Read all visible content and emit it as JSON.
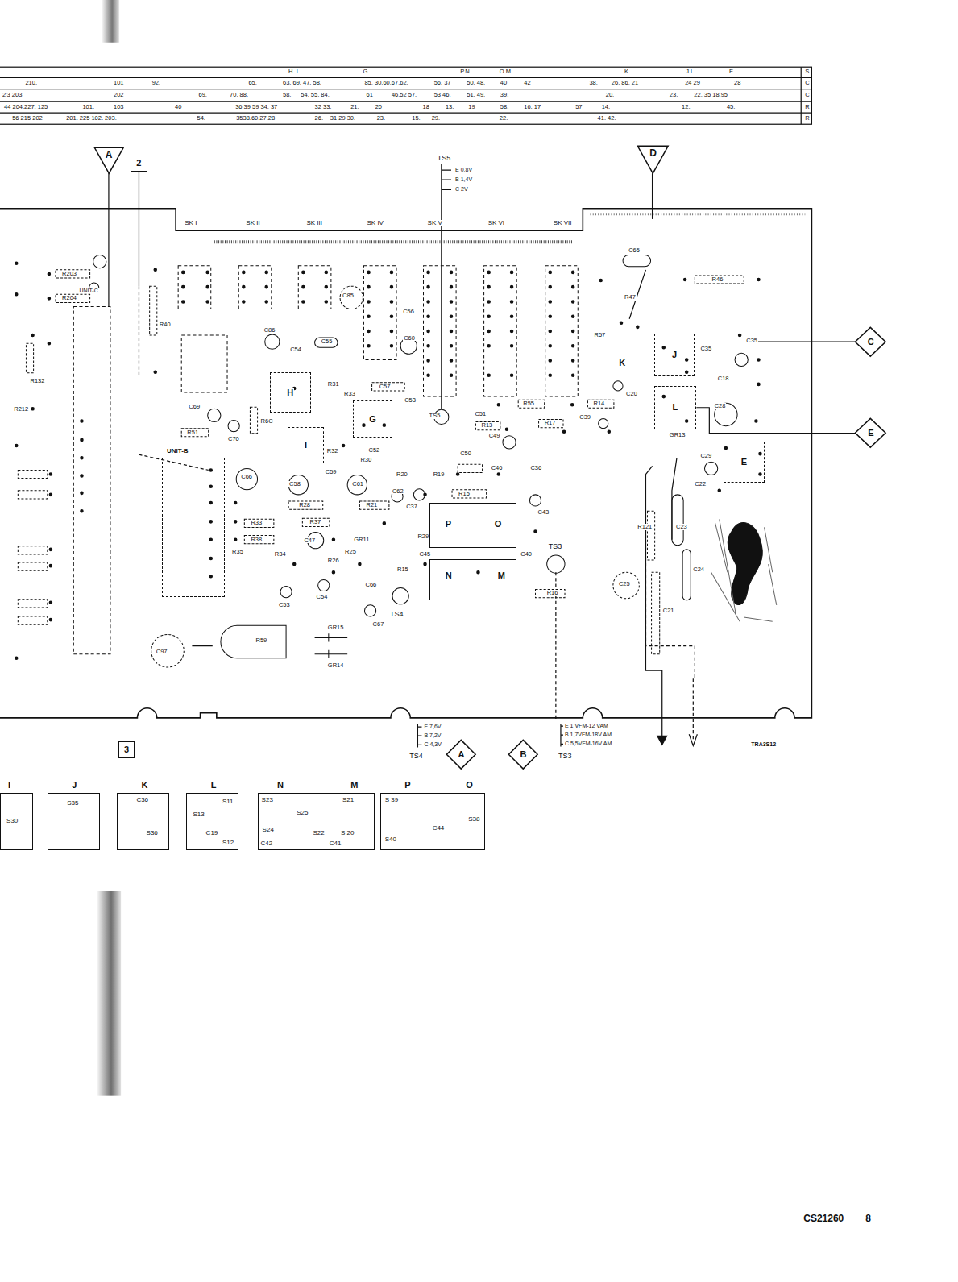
{
  "diagram": {
    "nodes": [
      {
        "text": [
          "A"
        ]
      },
      {
        "text": [
          "2"
        ]
      },
      {
        "text": [
          "D"
        ]
      },
      {
        "text": [
          "C"
        ]
      },
      {
        "text": [
          "E"
        ]
      },
      {
        "text": [
          "H"
        ]
      },
      {
        "text": [
          "G"
        ]
      },
      {
        "text": [
          "I"
        ]
      },
      {
        "text": [
          "K"
        ]
      },
      {
        "text": [
          "J"
        ]
      },
      {
        "text": [
          "L"
        ]
      },
      {
        "text": [
          "E"
        ]
      },
      {
        "text": [
          "P",
          "O"
        ]
      },
      {
        "text": [
          "N",
          "M"
        ]
      },
      {
        "text": [
          "UNIT-B"
        ]
      },
      {
        "text": [
          "A"
        ]
      },
      {
        "text": [
          "B"
        ]
      },
      {
        "text": [
          "3"
        ]
      },
      {
        "text": [
          "I",
          "S30"
        ]
      },
      {
        "text": [
          "J",
          "S35"
        ]
      },
      {
        "text": [
          "K",
          "C36",
          "S36"
        ]
      },
      {
        "text": [
          "L",
          "S13",
          "S11",
          "C19",
          "S12"
        ]
      },
      {
        "text": [
          "N",
          "M",
          "S23",
          "S25",
          "S24",
          "S22",
          "S21",
          "S 20",
          "C42",
          "C41"
        ]
      },
      {
        "text": [
          "P",
          "O",
          "S 39",
          "S40",
          "C44",
          "S38"
        ]
      }
    ],
    "edges": [
      {
        "from": 4,
        "to": 10,
        "arrow": "none"
      }
    ],
    "labels": [
      "H. I",
      "G",
      "P.N",
      "O.M",
      "K",
      "J.L",
      "E.",
      "S",
      "210.",
      "101",
      "92.",
      "65.",
      "63. 69. 47. 58.",
      "85. 30.60.67.62.",
      "56. 37",
      "50. 48.",
      "40",
      "42",
      "38.",
      "26. 86. 21",
      "24 29",
      "28",
      "C",
      "2'3 203",
      "202",
      "69.",
      "70. 88.",
      "58.",
      "54. 55. 84.",
      "61",
      "46.52 57.",
      "53 46.",
      "51. 49.",
      "39.",
      "20.",
      "23.",
      "22. 35 18.95",
      "C",
      "44 204.227. 125",
      "101.",
      "103",
      "40",
      "36 39 59 34. 37",
      "32 33.",
      "21.",
      "20",
      "18",
      "13.",
      "19",
      "58.",
      "16. 17",
      "57",
      "14.",
      "12.",
      "45.",
      "R",
      "56 215 202",
      "201. 225 102. 203.",
      "54.",
      "3538.60.27.28",
      "26.",
      "31 29 30.",
      "23.",
      "15.",
      "29.",
      "22.",
      "41. 42.",
      "R",
      "TS5",
      "E 0,8V",
      "B 1,4V",
      "C 2V",
      "SK I",
      "SK II",
      "SK III",
      "SK IV",
      "SK V",
      "SK VI",
      "SK VII",
      "R203",
      "R204",
      "UNIT-C",
      "R40",
      "R132",
      "R212",
      "C69",
      "R51",
      "C70",
      "R6C",
      "C86",
      "C54",
      "C55",
      "C85",
      "C56",
      "C60",
      "R31",
      "R33",
      "C57",
      "C53",
      "TS5",
      "C51",
      "R13",
      "R55",
      "R17",
      "R14",
      "C20",
      "C39",
      "R57",
      "R47",
      "C65",
      "R46",
      "C35",
      "C35",
      "C18",
      "C28",
      "GR13",
      "C29",
      "C22",
      "R121",
      "C23",
      "C24",
      "C25",
      "C21",
      "C52",
      "R30",
      "R32",
      "C59",
      "C58",
      "C61",
      "C62",
      "R20",
      "R19",
      "C50",
      "C49",
      "R15",
      "C46",
      "C36",
      "C66",
      "R28",
      "R21",
      "C37",
      "R33",
      "R37",
      "C47",
      "R38",
      "R35",
      "R34",
      "R26",
      "R25",
      "GR11",
      "R29",
      "R15",
      "C45",
      "C43",
      "C40",
      "TS3",
      "R16",
      "TS4",
      "C53",
      "C54",
      "C66",
      "C67",
      "R59",
      "GR15",
      "GR14",
      "C97",
      "E 7,6V",
      "B 7,2V",
      "C 4,3V",
      "TS4",
      "TS3",
      "E 1 VFM-12 VAM",
      "B 1,7VFM-18V AM",
      "C 5,5VFM-16V AM",
      "TRA3S12",
      "CS21260",
      "8"
    ]
  }
}
